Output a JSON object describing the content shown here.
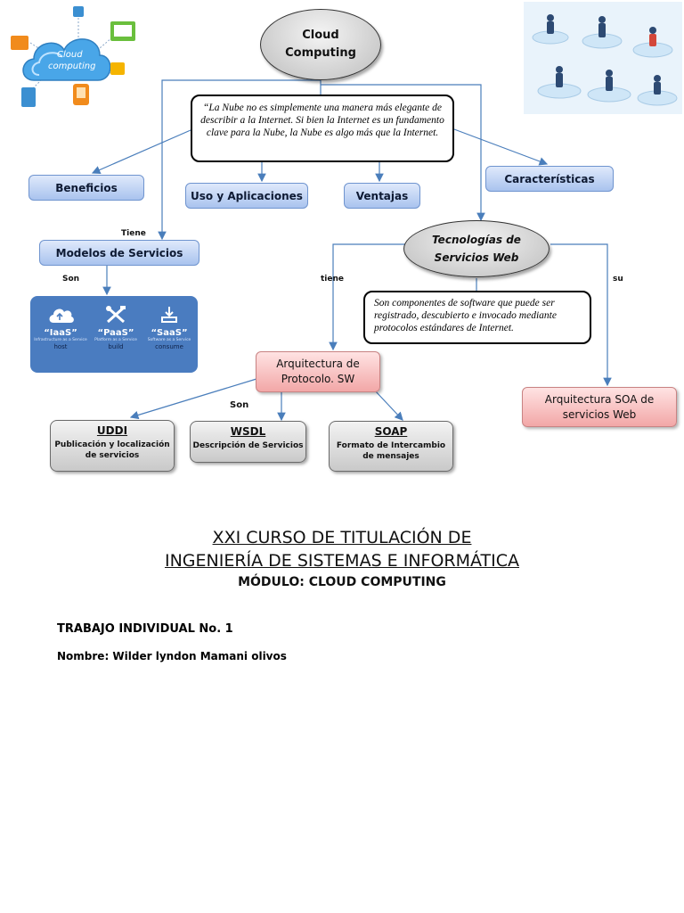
{
  "central": {
    "title_line1": "Cloud",
    "title_line2": "Computing"
  },
  "quote": "“La Nube no es simplemente una manera más elegante de describir a la Internet. Si bien la Internet es un fundamento clave para la Nube, la Nube es algo más que la Internet.",
  "nodes": {
    "beneficios": "Beneficios",
    "uso": "Uso y Aplicaciones",
    "ventajas": "Ventajas",
    "caracteristicas": "Características",
    "modelos": "Modelos de Servicios",
    "tecnologias_line1": "Tecnologías de",
    "tecnologias_line2": "Servicios Web",
    "tecnologias_desc": "Son componentes  de software que puede ser registrado, descubierto e invocado mediante protocolos estándares de Internet.",
    "arquitectura_line1": "Arquitectura de",
    "arquitectura_line2": "Protocolo. SW",
    "soa_line1": "Arquitectura SOA de",
    "soa_line2": "servicios  Web"
  },
  "labels": {
    "tiene_upper": "Tiene",
    "son_left": "Son",
    "tiene_lower": "tiene",
    "su": "su",
    "son_center": "Son"
  },
  "services": [
    {
      "name": "“IaaS”",
      "sub": "Infrastructure as a Service",
      "verb": "host",
      "icon": "cloud-icon"
    },
    {
      "name": "“PaaS”",
      "sub": "Platform as a Service",
      "verb": "build",
      "icon": "tools-icon"
    },
    {
      "name": "“SaaS”",
      "sub": "Software as a Service",
      "verb": "consume",
      "icon": "download-icon"
    }
  ],
  "protocols": [
    {
      "title": "UDDI",
      "desc_line1": "Publicación y localización",
      "desc_line2": "de servicios"
    },
    {
      "title": "WSDL",
      "desc_line1": "Descripción de Servicios",
      "desc_line2": ""
    },
    {
      "title": "SOAP",
      "desc_line1": "Formato de Intercambio",
      "desc_line2": "de mensajes"
    }
  ],
  "cloud_logo_text_line1": "Cloud",
  "cloud_logo_text_line2": "computing",
  "document": {
    "title_line1": "XXI CURSO DE TITULACIÓN DE",
    "title_line2": "INGENIERÍA DE SISTEMAS E INFORMÁTICA",
    "module": "MÓDULO: CLOUD COMPUTING",
    "assignment": "TRABAJO INDIVIDUAL No. 1",
    "name": "Nombre: Wilder lyndon Mamani olivos"
  },
  "colors": {
    "connector": "#4a7ebb",
    "blue_box": "#b8cef2",
    "pink_box": "#f6b9b9",
    "service_panel": "#4a7cc0"
  }
}
